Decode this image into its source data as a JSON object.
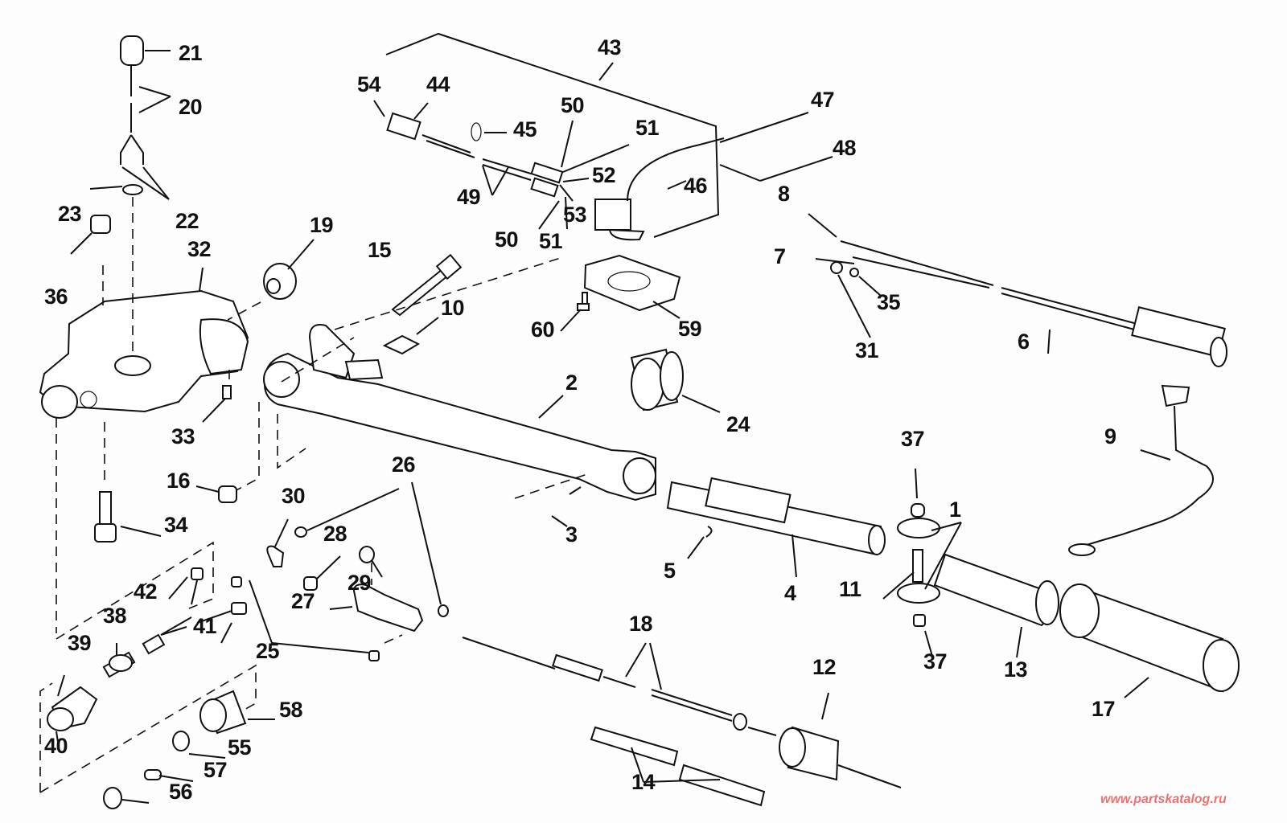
{
  "diagram": {
    "type": "exploded-parts-diagram",
    "subject": "outboard tiller / steering handle assembly",
    "line_color": "#111111",
    "background": "#fdfdfd"
  },
  "watermark": {
    "text": "www.partskatalog.ru",
    "color": "#f07070"
  },
  "labels": [
    {
      "id": "l1",
      "text": "1"
    },
    {
      "id": "l2",
      "text": "2"
    },
    {
      "id": "l3",
      "text": "3"
    },
    {
      "id": "l4",
      "text": "4"
    },
    {
      "id": "l5",
      "text": "5"
    },
    {
      "id": "l6",
      "text": "6"
    },
    {
      "id": "l7",
      "text": "7"
    },
    {
      "id": "l8",
      "text": "8"
    },
    {
      "id": "l9",
      "text": "9"
    },
    {
      "id": "l10",
      "text": "10"
    },
    {
      "id": "l11",
      "text": "11"
    },
    {
      "id": "l12",
      "text": "12"
    },
    {
      "id": "l13",
      "text": "13"
    },
    {
      "id": "l14",
      "text": "14"
    },
    {
      "id": "l15",
      "text": "15"
    },
    {
      "id": "l16",
      "text": "16"
    },
    {
      "id": "l17",
      "text": "17"
    },
    {
      "id": "l18",
      "text": "18"
    },
    {
      "id": "l19",
      "text": "19"
    },
    {
      "id": "l20",
      "text": "20"
    },
    {
      "id": "l21",
      "text": "21"
    },
    {
      "id": "l22",
      "text": "22"
    },
    {
      "id": "l23",
      "text": "23"
    },
    {
      "id": "l24",
      "text": "24"
    },
    {
      "id": "l25",
      "text": "25"
    },
    {
      "id": "l26",
      "text": "26"
    },
    {
      "id": "l27",
      "text": "27"
    },
    {
      "id": "l28",
      "text": "28"
    },
    {
      "id": "l29",
      "text": "29"
    },
    {
      "id": "l30",
      "text": "30"
    },
    {
      "id": "l31",
      "text": "31"
    },
    {
      "id": "l32",
      "text": "32"
    },
    {
      "id": "l33",
      "text": "33"
    },
    {
      "id": "l34",
      "text": "34"
    },
    {
      "id": "l35",
      "text": "35"
    },
    {
      "id": "l36",
      "text": "36"
    },
    {
      "id": "l37a",
      "text": "37"
    },
    {
      "id": "l37b",
      "text": "37"
    },
    {
      "id": "l38",
      "text": "38"
    },
    {
      "id": "l39",
      "text": "39"
    },
    {
      "id": "l40",
      "text": "40"
    },
    {
      "id": "l41",
      "text": "41"
    },
    {
      "id": "l42",
      "text": "42"
    },
    {
      "id": "l43",
      "text": "43"
    },
    {
      "id": "l44",
      "text": "44"
    },
    {
      "id": "l45",
      "text": "45"
    },
    {
      "id": "l46",
      "text": "46"
    },
    {
      "id": "l47",
      "text": "47"
    },
    {
      "id": "l48",
      "text": "48"
    },
    {
      "id": "l49",
      "text": "49"
    },
    {
      "id": "l50a",
      "text": "50"
    },
    {
      "id": "l50b",
      "text": "50"
    },
    {
      "id": "l51a",
      "text": "51"
    },
    {
      "id": "l51b",
      "text": "51"
    },
    {
      "id": "l52",
      "text": "52"
    },
    {
      "id": "l53",
      "text": "53"
    },
    {
      "id": "l54",
      "text": "54"
    },
    {
      "id": "l55",
      "text": "55"
    },
    {
      "id": "l56",
      "text": "56"
    },
    {
      "id": "l57",
      "text": "57"
    },
    {
      "id": "l58",
      "text": "58"
    },
    {
      "id": "l59",
      "text": "59"
    },
    {
      "id": "l60",
      "text": "60"
    }
  ]
}
